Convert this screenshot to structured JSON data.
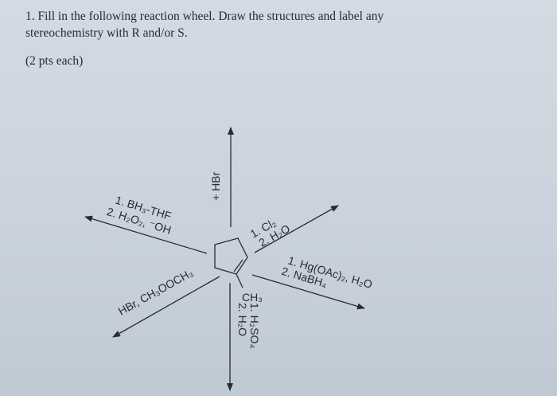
{
  "question": {
    "line1": "1. Fill in the following reaction wheel. Draw the structures and label any",
    "line2": "stereochemistry with R and/or S.",
    "points": "(2 pts each)"
  },
  "molecule": {
    "substituent": "CH₃"
  },
  "reactions": {
    "up": {
      "line1": "+ HBr"
    },
    "up_left": {
      "line1": "1. BH₃-THF",
      "line2": "2. H₂O₂, ⁻OH"
    },
    "up_right": {
      "line1": "1. Cl₂",
      "line2": "2. H₂O"
    },
    "down_right": {
      "line1": "1. Hg(OAc)₂, H₂O",
      "line2": "2. NaBH₄"
    },
    "down_left": {
      "line1": "HBr, CH₃OOCH₃"
    },
    "down": {
      "line1": "1. H₂SO₄",
      "line2": "2. H₂O"
    }
  }
}
